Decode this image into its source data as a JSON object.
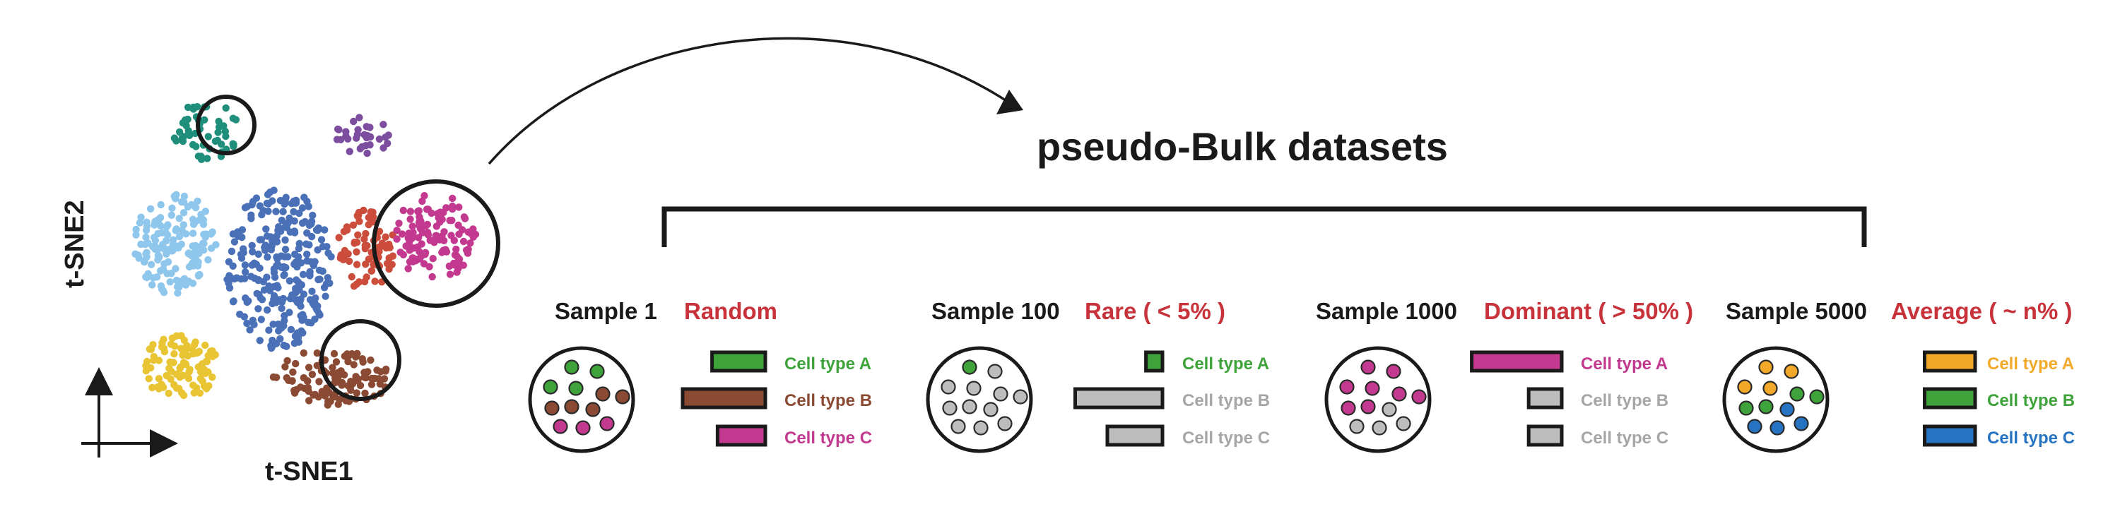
{
  "title": "pseudo-Bulk datasets",
  "axes": {
    "x_label": "t-SNE1",
    "y_label": "t-SNE2"
  },
  "colors": {
    "ink": "#1a1a1a",
    "scenario_red": "#c8323a",
    "grey": "#bdbdbd",
    "grey_text": "#a6a6a6",
    "cell_type_a_green": "#3ea33b",
    "cell_type_b_brown": "#8b4a33",
    "cell_type_c_magenta": "#c2398f",
    "average_orange": "#f2a92a",
    "average_blue": "#2673c2"
  },
  "clusters": [
    {
      "name": "teal",
      "color": "#1f8f7c"
    },
    {
      "name": "purple",
      "color": "#7d4ea0"
    },
    {
      "name": "light-blue",
      "color": "#8ec6ec"
    },
    {
      "name": "blue",
      "color": "#4a70b8"
    },
    {
      "name": "red",
      "color": "#cc4d3c"
    },
    {
      "name": "magenta",
      "color": "#c2398f"
    },
    {
      "name": "yellow",
      "color": "#e9c433"
    },
    {
      "name": "brown",
      "color": "#8b4a33"
    }
  ],
  "samples": [
    {
      "sample": "Sample 1",
      "scenario": "Random",
      "dot_colors": [
        "#3ea33b",
        "#3ea33b",
        "#3ea33b",
        "#3ea33b",
        "#8b4a33",
        "#8b4a33",
        "#8b4a33",
        "#8b4a33",
        "#8b4a33",
        "#c2398f",
        "#c2398f",
        "#c2398f"
      ],
      "bars": [
        {
          "label": "Cell type A",
          "value": 0.58,
          "fill": "#3ea33b",
          "label_color": "#3ea33b"
        },
        {
          "label": "Cell type B",
          "value": 0.9,
          "fill": "#8b4a33",
          "label_color": "#8b4a33"
        },
        {
          "label": "Cell type C",
          "value": 0.52,
          "fill": "#c2398f",
          "label_color": "#c2398f"
        }
      ]
    },
    {
      "sample": "Sample 100",
      "scenario": "Rare ( < 5% )",
      "dot_colors": [
        "#3ea33b",
        "#bdbdbd",
        "#bdbdbd",
        "#bdbdbd",
        "#bdbdbd",
        "#bdbdbd",
        "#bdbdbd",
        "#bdbdbd",
        "#bdbdbd",
        "#bdbdbd",
        "#bdbdbd",
        "#bdbdbd"
      ],
      "bars": [
        {
          "label": "Cell type A",
          "value": 0.18,
          "fill": "#3ea33b",
          "label_color": "#3ea33b"
        },
        {
          "label": "Cell type B",
          "value": 0.95,
          "fill": "#bdbdbd",
          "label_color": "#a6a6a6"
        },
        {
          "label": "Cell type C",
          "value": 0.6,
          "fill": "#bdbdbd",
          "label_color": "#a6a6a6"
        }
      ]
    },
    {
      "sample": "Sample 1000",
      "scenario": "Dominant ( > 50% )",
      "dot_colors": [
        "#c2398f",
        "#c2398f",
        "#c2398f",
        "#c2398f",
        "#c2398f",
        "#c2398f",
        "#c2398f",
        "#c2398f",
        "#bdbdbd",
        "#bdbdbd",
        "#bdbdbd",
        "#bdbdbd"
      ],
      "bars": [
        {
          "label": "Cell type A",
          "value": 0.98,
          "fill": "#c2398f",
          "label_color": "#c2398f"
        },
        {
          "label": "Cell type B",
          "value": 0.36,
          "fill": "#bdbdbd",
          "label_color": "#a6a6a6"
        },
        {
          "label": "Cell type C",
          "value": 0.36,
          "fill": "#bdbdbd",
          "label_color": "#a6a6a6"
        }
      ]
    },
    {
      "sample": "Sample 5000",
      "scenario": "Average ( ~ n% )",
      "dot_colors": [
        "#f2a92a",
        "#f2a92a",
        "#f2a92a",
        "#f2a92a",
        "#3ea33b",
        "#3ea33b",
        "#3ea33b",
        "#3ea33b",
        "#2673c2",
        "#2673c2",
        "#2673c2",
        "#2673c2"
      ],
      "bars": [
        {
          "label": "Cell type A",
          "value": 0.55,
          "fill": "#f2a92a",
          "label_color": "#f2a92a"
        },
        {
          "label": "Cell type B",
          "value": 0.55,
          "fill": "#3ea33b",
          "label_color": "#3ea33b"
        },
        {
          "label": "Cell type C",
          "value": 0.55,
          "fill": "#2673c2",
          "label_color": "#2673c2"
        }
      ]
    }
  ]
}
